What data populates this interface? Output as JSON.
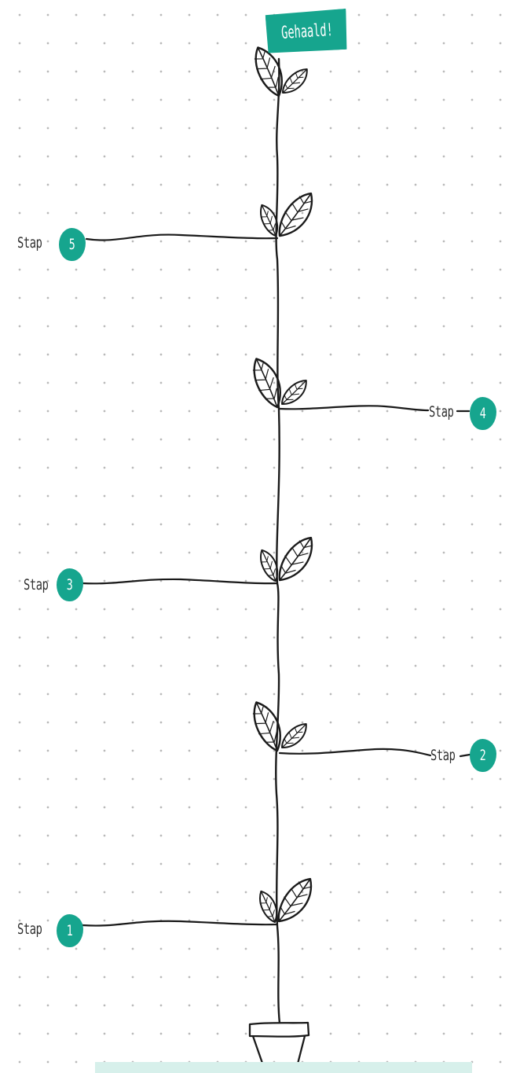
{
  "goal": {
    "label": "Gehaald!"
  },
  "steps": [
    {
      "word": "Stap",
      "number": "1"
    },
    {
      "word": "Stap",
      "number": "2"
    },
    {
      "word": "Stap",
      "number": "3"
    },
    {
      "word": "Stap",
      "number": "4"
    },
    {
      "word": "Stap",
      "number": "5"
    }
  ],
  "colors": {
    "accent": "#16a58e",
    "ink": "#1a1a1a",
    "dots": "#b9b9b9",
    "bottom_bar": "#d7f0eb"
  },
  "icons": [
    "leaf-icon",
    "flower-pot-icon",
    "flag-icon"
  ]
}
